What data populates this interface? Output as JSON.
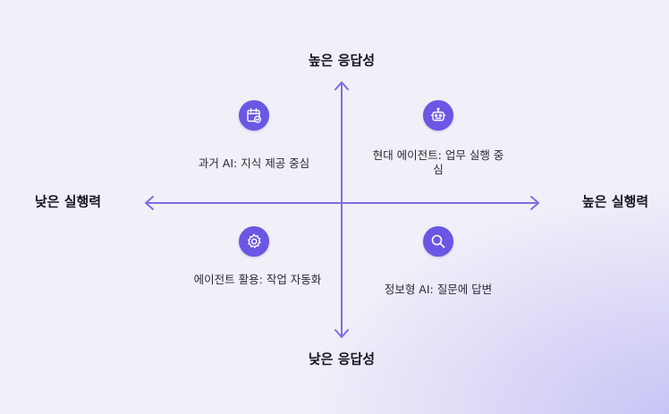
{
  "axes": {
    "y_top": "높은 응답성",
    "y_bottom": "낮은 응답성",
    "x_left": "낮은 실행력",
    "x_right": "높은 실행력"
  },
  "quadrants": {
    "top_left": {
      "label": "과거 AI: 지식 제공 중심",
      "icon": "calendar-check-icon"
    },
    "top_right": {
      "label": "현대 에이전트: 업무 실행 중심",
      "icon": "robot-icon"
    },
    "bottom_left": {
      "label": "에이전트 활용: 작업 자동화",
      "icon": "gear-icon"
    },
    "bottom_right": {
      "label": "정보형 AI: 질문에 답변",
      "icon": "search-icon"
    }
  },
  "colors": {
    "axis": "#7b6fe0",
    "icon_bg": "#6a57e3",
    "background": "#f1eff8"
  }
}
